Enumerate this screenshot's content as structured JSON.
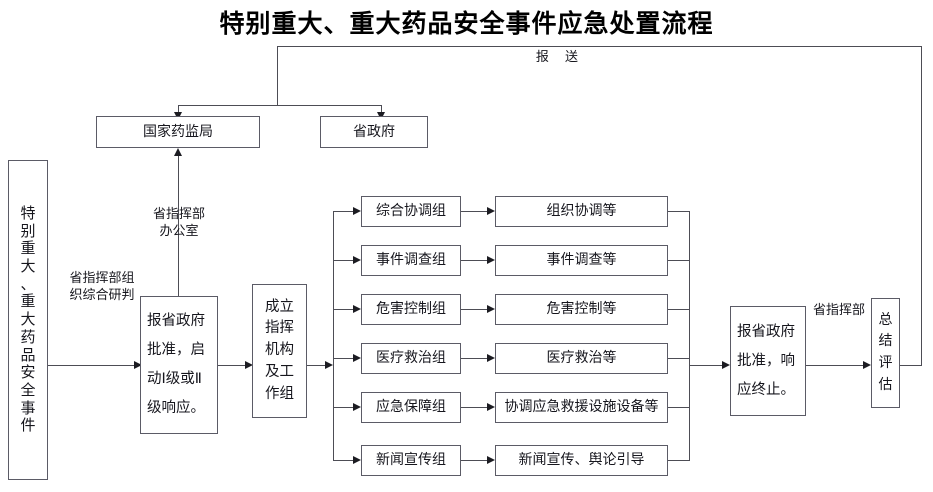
{
  "title": "特别重大、重大药品安全事件应急处置流程",
  "source_box": {
    "chars": [
      "特",
      "别",
      "重",
      "大",
      "、",
      "重",
      "大",
      "药",
      "品",
      "安",
      "全",
      "事",
      "件"
    ],
    "text": "特别重大、重大药品安全事件"
  },
  "report_label": "报    送",
  "top_boxes": [
    {
      "name": "国家药监局",
      "label": "国家药监局"
    },
    {
      "name": "省政府",
      "label": "省政府"
    }
  ],
  "edge_labels": {
    "office": "省指挥部\n办公室",
    "judgement": "省指挥部组\n织综合研判",
    "command_right": "省指挥部"
  },
  "approve_start_box": {
    "label": "报省政府批准，启动Ⅰ级或Ⅱ级响应。"
  },
  "establish_box": {
    "chars": [
      "成立",
      "指挥",
      "机构",
      "及工",
      "作组"
    ],
    "text": "成立指挥机构及工作组"
  },
  "groups": [
    {
      "group": "综合协调组",
      "duty": "组织协调等"
    },
    {
      "group": "事件调查组",
      "duty": "事件调查等"
    },
    {
      "group": "危害控制组",
      "duty": "危害控制等"
    },
    {
      "group": "医疗救治组",
      "duty": "医疗救治等"
    },
    {
      "group": "应急保障组",
      "duty": "协调应急救援设施设备等"
    },
    {
      "group": "新闻宣传组",
      "duty": "新闻宣传、舆论引导"
    }
  ],
  "terminate_box": {
    "label": "报省政府批准，响应终止。"
  },
  "summary_box": {
    "chars": [
      "总",
      "结",
      "评",
      "估"
    ],
    "text": "总结评估"
  },
  "colors": {
    "line": "#4d4d55",
    "box_border": "#5b5b66",
    "text": "#16161d",
    "background": "#ffffff"
  }
}
